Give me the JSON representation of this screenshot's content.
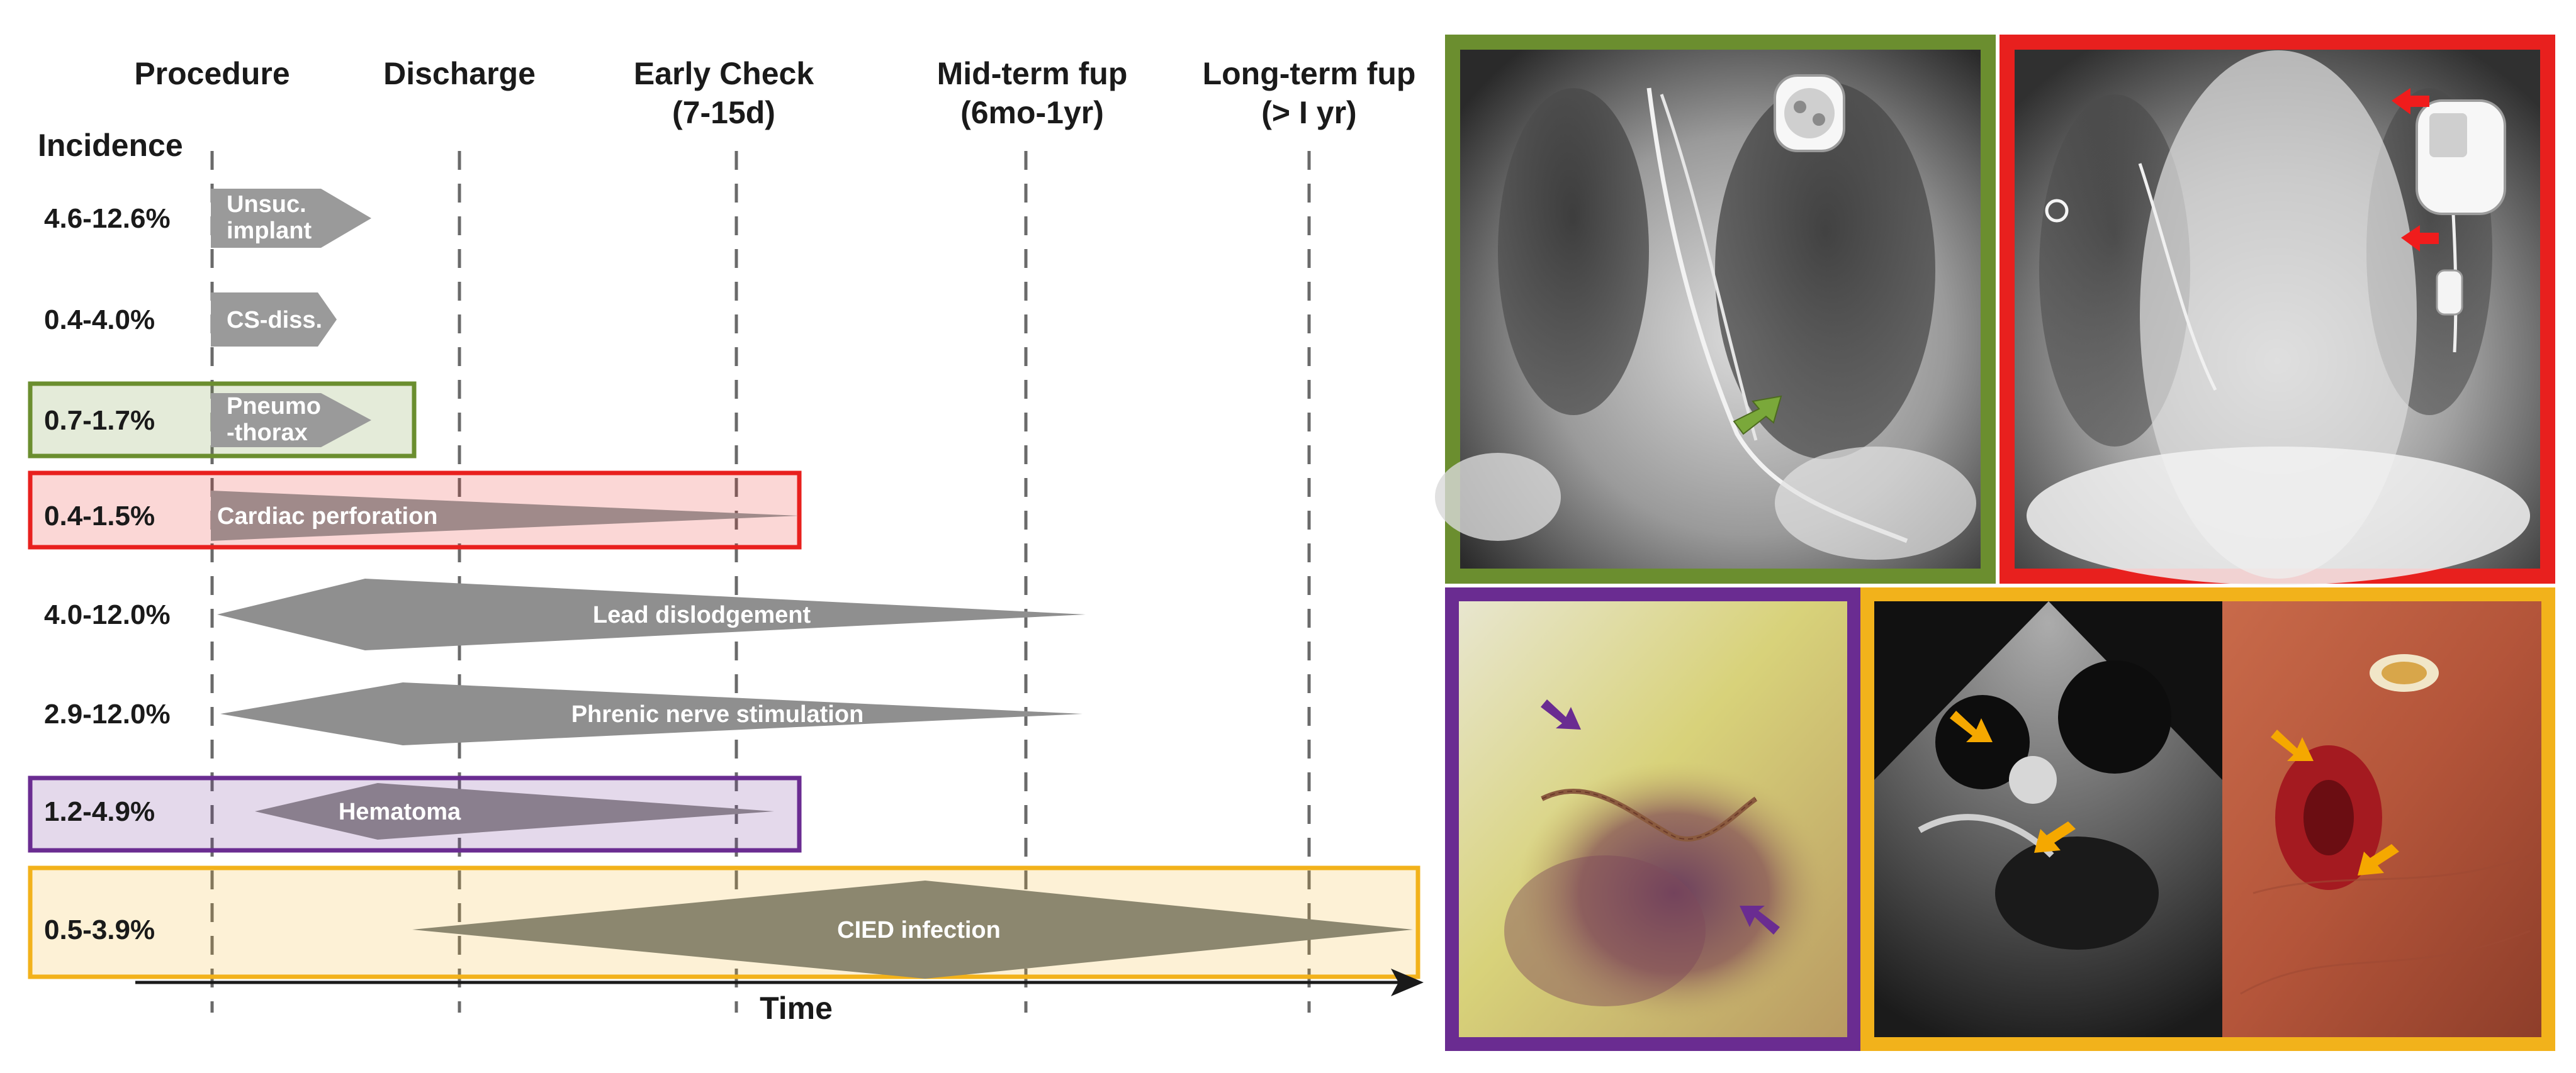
{
  "timeline": {
    "incidence_header": "Incidence",
    "axis_label": "Time",
    "phases": [
      {
        "label": [
          "Procedure"
        ]
      },
      {
        "label": [
          "Discharge"
        ]
      },
      {
        "label": [
          "Early Check",
          "(7-15d)"
        ]
      },
      {
        "label": [
          "Mid-term fup",
          "(6mo-1yr)"
        ]
      },
      {
        "label": [
          "Long-term fup",
          "(> I yr)"
        ]
      }
    ],
    "complications": [
      {
        "incidence": "4.6-12.6%",
        "label": [
          "Unsuc.",
          "implant"
        ],
        "highlight": null
      },
      {
        "incidence": "0.4-4.0%",
        "label": [
          "CS-diss."
        ],
        "highlight": null
      },
      {
        "incidence": "0.7-1.7%",
        "label": [
          "Pneumo",
          "-thorax"
        ],
        "highlight": "#6b8e2f"
      },
      {
        "incidence": "0.4-1.5%",
        "label": [
          "Cardiac perforation"
        ],
        "highlight": "#e8201e"
      },
      {
        "incidence": "4.0-12.0%",
        "label": [
          "Lead dislodgement"
        ],
        "highlight": null
      },
      {
        "incidence": "2.9-12.0%",
        "label": [
          "Phrenic nerve stimulation"
        ],
        "highlight": null
      },
      {
        "incidence": "1.2-4.9%",
        "label": [
          "Hematoma"
        ],
        "highlight": "#6a2c91"
      },
      {
        "incidence": "0.5-3.9%",
        "label": [
          "CIED infection"
        ],
        "highlight": "#f2b21b"
      }
    ]
  },
  "panels": [
    {
      "subject": "chest x-ray with green arrow",
      "border": "#6b8e2f",
      "arrow_color": "#7aa83a"
    },
    {
      "subject": "chest x-ray with red arrows",
      "border": "#e8201e",
      "arrow_color": "#f01c1c"
    },
    {
      "subject": "hematoma skin photo with purple arrows",
      "border": "#6a2c91",
      "arrow_color": "#6a2c91"
    },
    {
      "subject": "echocardiogram and infected wound with yellow arrows",
      "border": "#f2b21b",
      "arrow_color": "#f5a800"
    }
  ]
}
